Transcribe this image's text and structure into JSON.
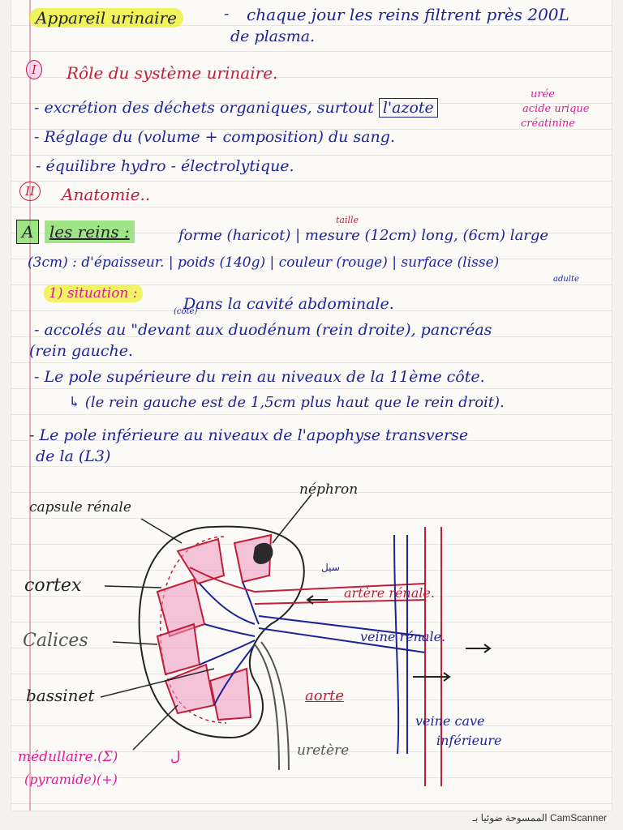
{
  "header": {
    "title": "Appareil urinaire",
    "dash": "-",
    "line1": "chaque jour les reins filtrent près 200L",
    "line2": "de plasma."
  },
  "section1": {
    "number": "I",
    "title": "Rôle du système urinaire.",
    "item1_prefix": "- excrétion des déchets organiques, surtout",
    "item1_boxed": "l'azote",
    "azote_notes": [
      "urée",
      "acide urique",
      "créatinine"
    ],
    "item2": "- Réglage du (volume + composition) du sang.",
    "item3": "- équilibre hydro - électrolytique."
  },
  "section2": {
    "number": "II",
    "title": "Anatomie..",
    "subsection_letter": "A",
    "subsection_title": "les reins :",
    "line1": "forme (haricot) | mesure (12cm) long, (6cm) large",
    "mesure_note": "taille",
    "line2": "(3cm) : d'épaisseur. | poids (140g) | couleur (rouge) | surface (lisse)",
    "adulte_note": "adulte",
    "situation_label": "1) situation :",
    "situation_text": "Dans la cavité abdominale.",
    "sit_line2": "- accolés au \"devant aux duodénum (rein droite), pancréas",
    "devant_note": "(côté)",
    "sit_line3": "(rein gauche.",
    "pole_sup_1": "- Le pole supérieure du rein au niveaux de la 11ème côte.",
    "pole_sup_2": "↳ (le rein gauche est de 1,5cm plus haut que le rein droit).",
    "pole_inf_1": "- Le pole inférieure au niveaux de l'apophyse transverse",
    "pole_inf_2": "de la (L3)"
  },
  "diagram_labels": {
    "capsule": "capsule rénale",
    "nephron": "néphron",
    "cortex": "cortex",
    "calices": "Calices",
    "bassinet": "bassinet",
    "artere_renale": "artère rénale.",
    "veine_renale": "veine rénale.",
    "aorte": "aorte",
    "veine_cave": "veine cave",
    "inferieure": "inférieure",
    "uretere": "uretère",
    "medullaire": "médullaire.(Σ)",
    "medullaire_ar": "ل",
    "pyramide": "(pyramide)(+)",
    "side_note": "سيل"
  },
  "footer": {
    "scanner": "CamScanner",
    "scanner_ar": "الممسوحة ضوئيا بـ"
  },
  "colors": {
    "ink_blue": "#1d2596",
    "ink_red": "#c11e3a",
    "ink_pink": "#e0199b",
    "highlight_yellow": "#ecf028",
    "highlight_green": "#78dc5a"
  }
}
